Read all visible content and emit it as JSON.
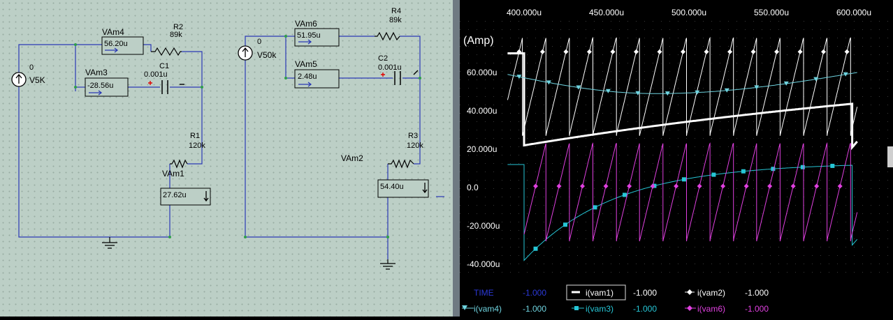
{
  "schematic": {
    "left_circuit": {
      "source": {
        "value": "0",
        "name": "V5K"
      },
      "r2": {
        "name": "R2",
        "value": "89k"
      },
      "c1": {
        "name": "C1",
        "value": "0.001u"
      },
      "r1": {
        "name": "R1",
        "value": "120k"
      },
      "vam4": {
        "name": "VAm4",
        "reading": "56.20u"
      },
      "vam3": {
        "name": "VAm3",
        "reading": "-28.56u"
      },
      "vam1": {
        "name": "VAm1",
        "reading": "27.62u"
      }
    },
    "right_circuit": {
      "source": {
        "value": "0",
        "name": "V50k"
      },
      "r4": {
        "name": "R4",
        "value": "89k"
      },
      "c2": {
        "name": "C2",
        "value": "0.001u"
      },
      "r3": {
        "name": "R3",
        "value": "120k"
      },
      "vam6": {
        "name": "VAm6",
        "reading": "51.95u"
      },
      "vam5": {
        "name": "VAm5",
        "reading": "2.48u"
      },
      "vam2": {
        "name": "VAm2",
        "reading": "54.40u"
      }
    },
    "colors": {
      "wire": "#2b39b5",
      "background": "#bccfc6"
    }
  },
  "scope": {
    "y_unit": "(Amp)",
    "x_ticks": [
      "400.000u",
      "450.000u",
      "500.000u",
      "550.000u",
      "600.000u"
    ],
    "y_ticks": [
      "60.000u",
      "40.000u",
      "20.000u",
      "0.0",
      "-20.000u",
      "-40.000u"
    ],
    "legend": {
      "time_label": "TIME",
      "time_value": "-1.000",
      "items": [
        {
          "label": "i(vam1)",
          "value": "-1.000",
          "color": "#ffffff",
          "marker": "none"
        },
        {
          "label": "i(vam2)",
          "value": "-1.000",
          "color": "#ffffff",
          "marker": "diamond"
        },
        {
          "label": "i(vam4)",
          "value": "-1.000",
          "color": "#6fd4e0",
          "marker": "triangle-down"
        },
        {
          "label": "i(vam3)",
          "value": "-1.000",
          "color": "#26c6d6",
          "marker": "square"
        },
        {
          "label": "i(vam6)",
          "value": "-1.000",
          "color": "#e040e0",
          "marker": "diamond"
        }
      ]
    }
  },
  "chart_data": {
    "type": "line",
    "xlabel": "",
    "ylabel": "(Amp)",
    "xlim": [
      390,
      602
    ],
    "ylim": [
      -42,
      75
    ],
    "x_unit": "us",
    "y_unit": "uA",
    "grid": true,
    "legend_position": "bottom",
    "series": [
      {
        "name": "i(vam1)",
        "color": "#ffffff",
        "width": 3,
        "kind": "exp_rise",
        "start": 22,
        "end": 72,
        "tau": 350,
        "x_from": 400,
        "x_to": 599,
        "pre": 70,
        "post": 21
      },
      {
        "name": "i(vam2)",
        "color": "#ffffff",
        "width": 1,
        "kind": "saw",
        "low": 27,
        "high": 78,
        "period": 14.2,
        "phase": 399,
        "x_from": 390,
        "x_to": 602
      },
      {
        "name": "i(vam4)",
        "color": "#6fd4e0",
        "width": 1,
        "kind": "bowl",
        "a": 59,
        "m": 49,
        "mid": 480,
        "b": 60,
        "x_from": 390,
        "x_to": 602
      },
      {
        "name": "i(vam3)",
        "color": "#26c6d6",
        "width": 1,
        "kind": "exp_rise",
        "start": -38,
        "end": 13,
        "tau": 55,
        "x_from": 400,
        "x_to": 599,
        "pre": 12,
        "post": -30
      },
      {
        "name": "i(vam6)",
        "color": "#e040e0",
        "width": 1,
        "kind": "saw",
        "low": -28,
        "high": 23,
        "period": 14.2,
        "phase": 399,
        "x_from": 400,
        "x_to": 602
      }
    ]
  }
}
